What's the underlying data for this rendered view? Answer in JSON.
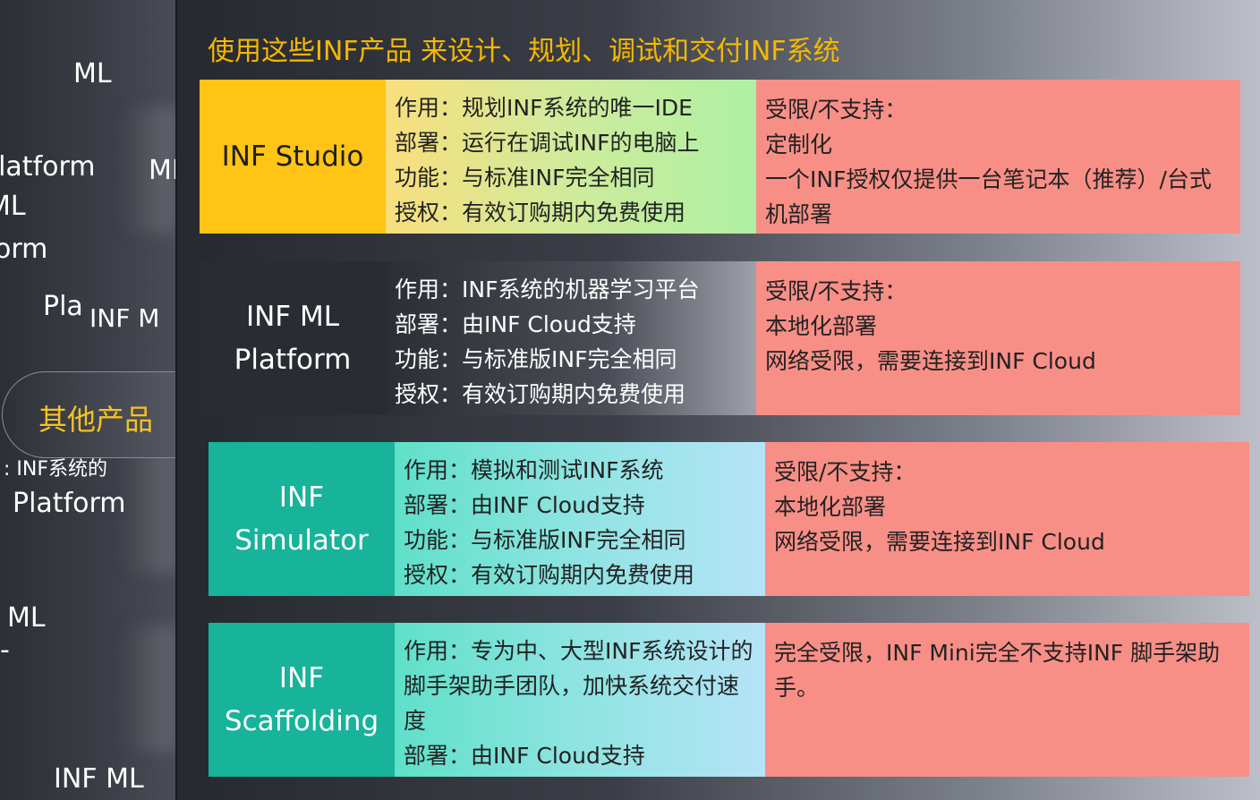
{
  "sidebar": {
    "ghost_texts": [
      "ML",
      "Platform",
      "MI",
      "ML",
      "orm",
      "Pla",
      "INF M",
      ": INF系统的",
      "Platform",
      "ML",
      "-",
      "INF ML"
    ],
    "active_item": "其他产品"
  },
  "main": {
    "title": "使用这些INF产品 来设计、规划、调试和交付INF系统",
    "products": [
      {
        "name_lines": [
          "INF Studio"
        ],
        "desc_lines": [
          "作用：规划INF系统的唯一IDE",
          "部署：运行在调试INF的电脑上",
          "功能：与标准INF完全相同",
          "授权：有效订购期内免费使用"
        ],
        "limit_lines": [
          "受限/不支持：",
          "定制化",
          "一个INF授权仅提供一台笔记本（推荐）/台式机部署"
        ]
      },
      {
        "name_lines": [
          "INF ML",
          "Platform"
        ],
        "desc_lines": [
          "作用：INF系统的机器学习平台",
          "部署：由INF Cloud支持",
          "功能：与标准版INF完全相同",
          "授权：有效订购期内免费使用"
        ],
        "limit_lines": [
          "受限/不支持：",
          "本地化部署",
          "网络受限，需要连接到INF Cloud"
        ]
      },
      {
        "name_lines": [
          "INF",
          "Simulator"
        ],
        "desc_lines": [
          "作用：模拟和测试INF系统",
          "部署：由INF Cloud支持",
          "功能：与标准版INF完全相同",
          "授权：有效订购期内免费使用"
        ],
        "limit_lines": [
          "受限/不支持：",
          "本地化部署",
          "网络受限，需要连接到INF Cloud"
        ]
      },
      {
        "name_lines": [
          "INF",
          "Scaffolding"
        ],
        "desc_lines": [
          "作用：专为中、大型INF系统设计的脚手架助手团队，加快系统交付速度",
          "部署：由INF Cloud支持"
        ],
        "limit_lines": [
          "完全受限，INF Mini完全不支持INF 脚手架助手。"
        ]
      }
    ]
  },
  "colors": {
    "title": "#f5b800",
    "studio_name_bg": "#ffc414",
    "ml_name_bg": "#2a2c33",
    "teal": "#17b39a",
    "limit_bg": "#f88f87"
  }
}
